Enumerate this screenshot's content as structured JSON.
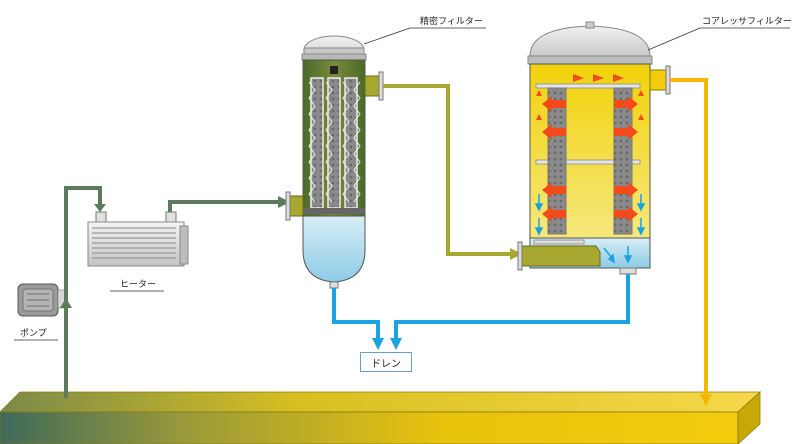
{
  "labels": {
    "fine_filter": "精密フィルター",
    "coalescer_filter": "コアレッサフィルター",
    "heater": "ヒーター",
    "pump": "ポンプ",
    "drain": "ドレン"
  },
  "colors": {
    "pipe_green": "#5c7a5c",
    "pipe_olive": "#a8a830",
    "pipe_yellow": "#f2b705",
    "pipe_blue": "#1aa3e0",
    "tank_yellow": "#f2cc0c",
    "flow_arrow_red": "#f24a1a"
  }
}
